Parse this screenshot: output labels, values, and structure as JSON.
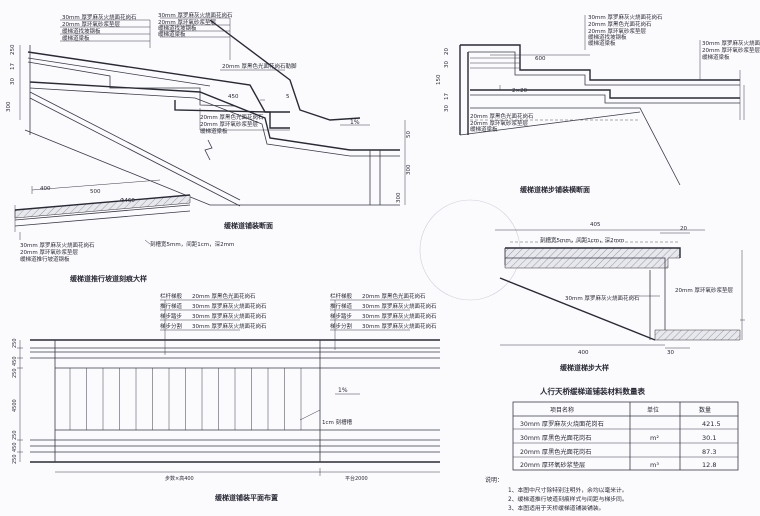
{
  "stair_section": {
    "title": "缓梯道铺装断面",
    "labels": [
      "30mm 厚罗麻灰火烧面花岗石",
      "20mm 厚环氧砂浆垫层",
      "缓梯道找坡钢板",
      "缓梯道梁板"
    ],
    "slab_label": "20mm 厚黑色光面花岗石勒脚",
    "slope": "1%",
    "dims_left": [
      "250",
      "17",
      "30",
      "300"
    ],
    "dims_right": [
      "50",
      "300",
      "300"
    ],
    "dim_450": "450",
    "dim_5": "5",
    "bottom_labels": [
      "20mm 厚黑色光面花岗石",
      "20mm 厚环氧砂浆垫层"
    ],
    "bottom_label3": "缓梯道梁板"
  },
  "step_section": {
    "title": "缓梯道梯步铺装横断面",
    "labels": [
      "30mm 厚罗麻灰火烧面花岗石",
      "20mm 厚黑色光面花岗石",
      "20mm 厚环氧砂浆垫层",
      "缓梯道找坡钢板",
      "缓梯道梁板"
    ],
    "right_labels": [
      "30mm 厚罗麻灰火烧面花岗石",
      "20mm 厚环氧砂浆垫层",
      "缓梯道梁板"
    ],
    "dim_600": "600",
    "dim_2x20": "2×20",
    "dims_left": [
      "20",
      "30",
      "150",
      "17",
      "30"
    ],
    "bottom_labels": [
      "20mm 厚黑色光面花岗石",
      "20mm 厚环氧砂浆垫层",
      "缓梯道梁板"
    ]
  },
  "ramp_detail": {
    "title": "缓梯道推行坡道刻痕大样",
    "dim_400": "400",
    "dim_500": "500",
    "dim_phi": "Φ460",
    "note": "刻槽宽5mm，间距1cm，深2mm",
    "labels": [
      "30mm 厚罗麻灰火烧面花岗石",
      "20mm 厚环氧砂浆垫层",
      "缓梯道推行坡道钢板"
    ]
  },
  "step_detail": {
    "title": "缓梯道梯步大样",
    "dim_405": "405",
    "dim_20": "20",
    "dim_400": "400",
    "dim_30": "30",
    "note": "刻槽宽5mm，间距1cm，深2mm",
    "label_left": "30mm 厚罗麻灰火烧面花岗石",
    "label_right": "20mm 厚环氧砂浆垫层"
  },
  "plan": {
    "title": "缓梯道铺装平面布置",
    "callout_left": [
      [
        "栏杆梯般",
        "20mm 厚黑色光面花岗石"
      ],
      [
        "推行梯道",
        "30mm 厚罗麻灰火烧面花岗石"
      ],
      [
        "梯步踏步",
        "30mm 厚罗麻灰火烧面花岗石"
      ],
      [
        "梯步分割",
        "30mm 厚罗麻灰火烧面花岗石"
      ]
    ],
    "callout_right": [
      [
        "栏杆梯般",
        "20mm 厚黑色光面花岗石"
      ],
      [
        "推行梯道",
        "30mm 厚罗麻灰火烧面花岗石"
      ],
      [
        "梯步踏步",
        "30mm 厚罗麻灰火烧面花岗石"
      ],
      [
        "梯步分割",
        "30mm 厚罗麻灰火烧面花岗石"
      ]
    ],
    "groove_note": "1cm 刻槽槽",
    "slope": "1%",
    "dims_left": [
      "250",
      "450",
      "250",
      "4500",
      "250",
      "450",
      "250"
    ],
    "bottom_left": "步数×高400",
    "bottom_right": "平台2000"
  },
  "table": {
    "title": "人行天桥缓梯道铺装材料数量表",
    "headers": [
      "项目名称",
      "单位",
      "数量"
    ],
    "rows": [
      [
        "30mm 厚罗麻灰火烧面花岗石",
        "",
        "421.5"
      ],
      [
        "30mm 厚黑色光面花岗石",
        "m²",
        "30.1"
      ],
      [
        "20mm 厚黑色光面花岗石",
        "",
        "87.3"
      ],
      [
        "20mm 厚环氧砂浆垫层",
        "m³",
        "12.8"
      ]
    ]
  },
  "notes": {
    "heading": "说明：",
    "items": [
      "1、本图中尺寸除特别注明外，余均以毫米计。",
      "2、缓梯道推行坡道刻痕样式与间距与梯步同。",
      "3、本图适用于天桥缓梯道铺装铺装。"
    ]
  }
}
